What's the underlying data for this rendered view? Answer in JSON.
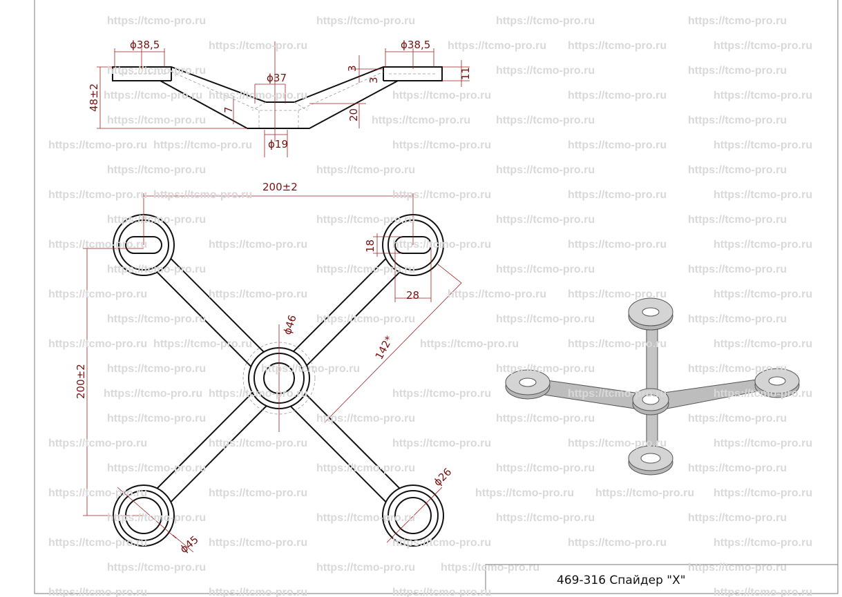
{
  "watermark": "https://tcmo-pro.ru",
  "title_block": {
    "title": "469-316 Спайдер \"X\""
  },
  "side_view": {
    "dims": {
      "left_plate_dia": "ϕ38,5",
      "right_plate_dia": "ϕ38,5",
      "center_top_dia": "ϕ37",
      "center_bottom_dia": "ϕ19",
      "height": "48±2",
      "plate_thickness": "11",
      "step_a": "3",
      "step_b": "3",
      "center_depth": "20",
      "wall": "7"
    }
  },
  "plan_view": {
    "dims": {
      "width": "200±2",
      "height": "200±2",
      "slot_height": "18",
      "slot_width": "28",
      "diagonal": "142*",
      "center_dia": "ϕ46",
      "arm_end_dia": "ϕ26",
      "ring_dia": "ϕ45"
    }
  },
  "colors": {
    "dimension": "#a02020",
    "outline": "#111111",
    "watermark": "#d9d9d9",
    "render": "#c8c8c8"
  }
}
